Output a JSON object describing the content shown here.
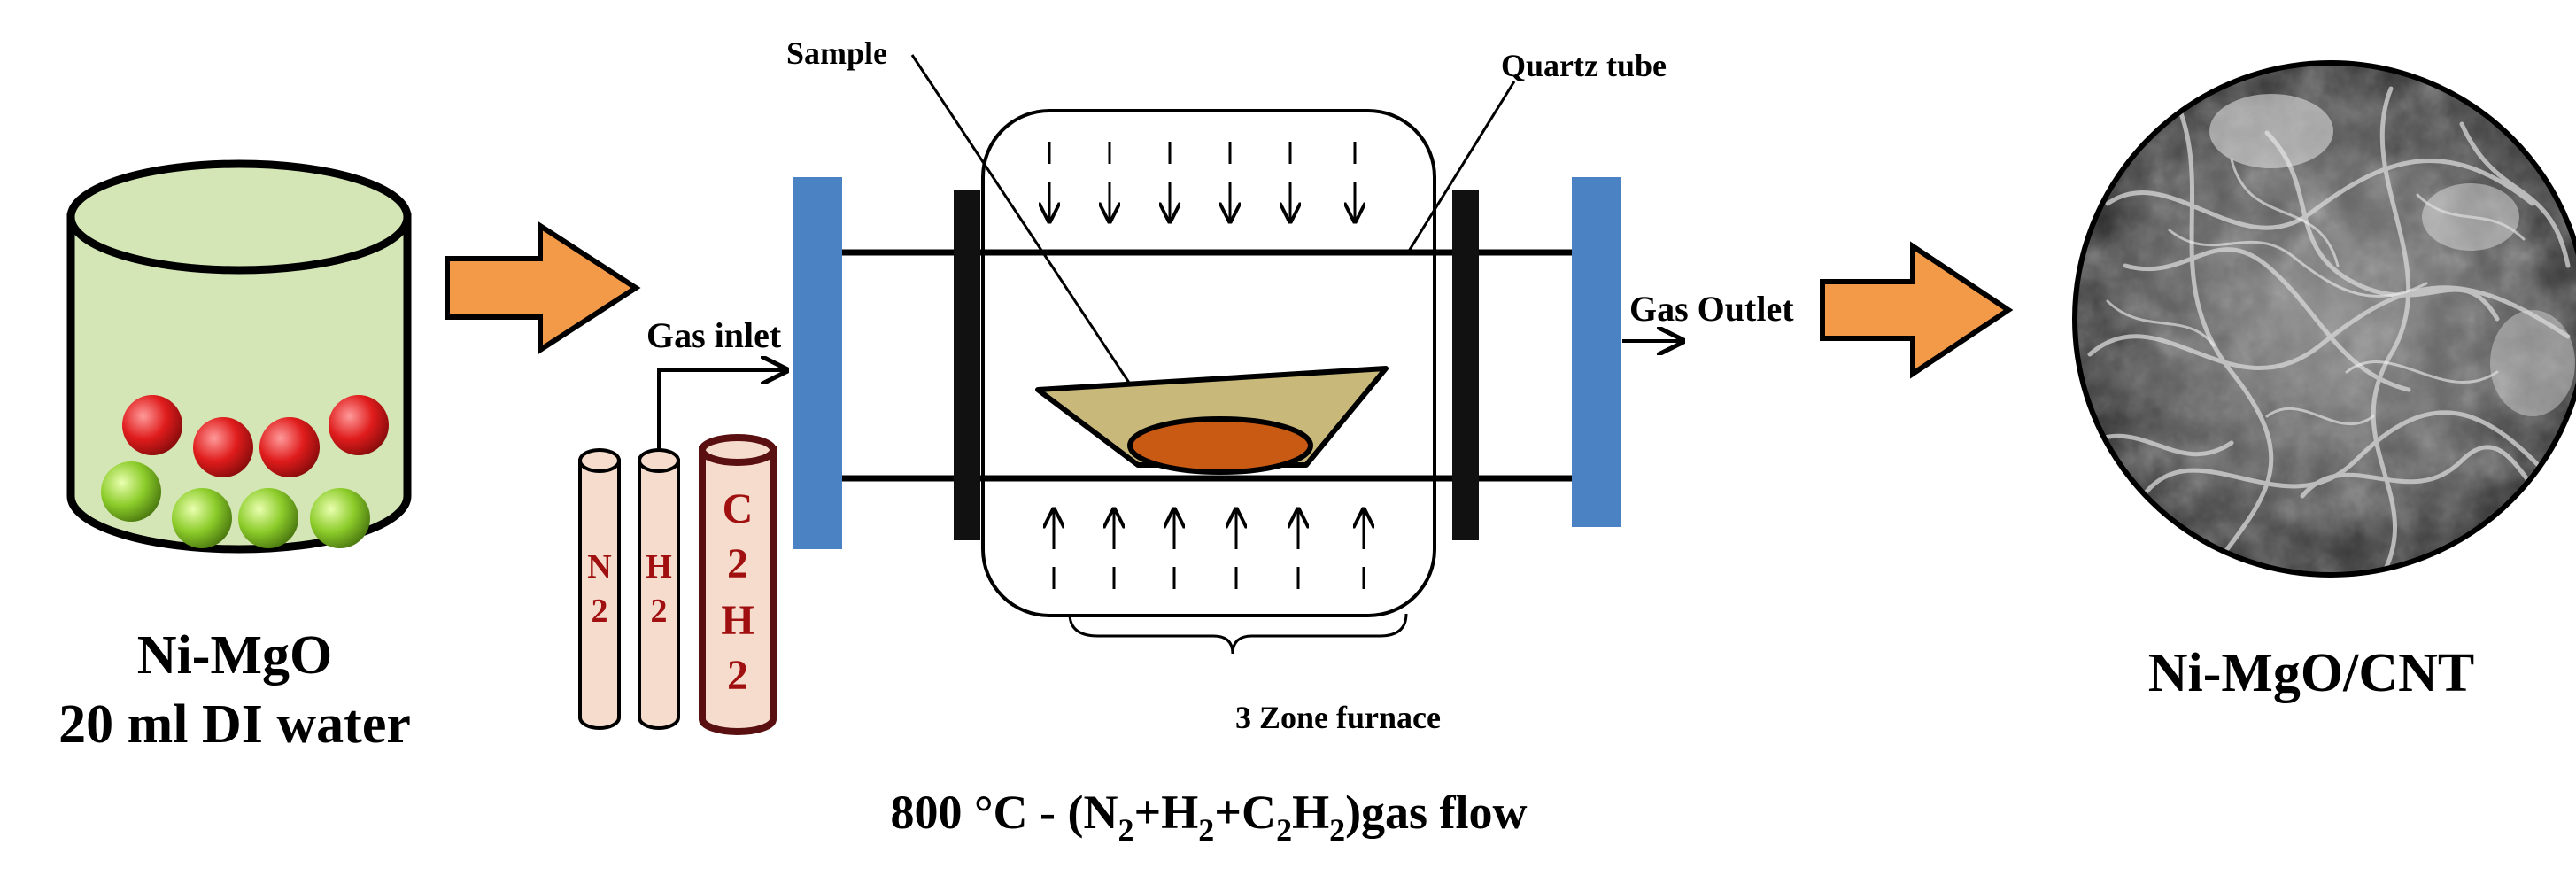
{
  "labels": {
    "precursor_line1": "Ni-MgO",
    "precursor_line2": "20 ml DI water",
    "gas_inlet": "Gas inlet",
    "gas_outlet": "Gas Outlet",
    "sample": "Sample",
    "quartz_tube": "Quartz tube",
    "furnace": "3 Zone furnace",
    "product": "Ni-MgO/CNT"
  },
  "condition": {
    "temp": "800 °C - (N",
    "s1": "2",
    "p1": "+H",
    "s2": "2",
    "p2": "+C",
    "s3": "2",
    "p3": "H",
    "s4": "2",
    "p4": ")gas flow"
  },
  "cylinders": [
    {
      "line1": "N",
      "line2": "2"
    },
    {
      "line1": "H",
      "line2": "2"
    },
    {
      "line1": "C",
      "line2": "2",
      "line3": "H",
      "line4": "2"
    }
  ],
  "colors": {
    "beaker_fill": "#d4e6b5",
    "particle_red": "#e01c1c",
    "particle_green": "#8ccc2a",
    "flow_arrow": "#f39a48",
    "flange_blue": "#4a82c4",
    "boat_fill": "#c8b87a",
    "sample_fill": "#c85a14",
    "cylinder_fill": "#f6dccc",
    "cylinder_c2h2_stroke": "#5a1010"
  }
}
